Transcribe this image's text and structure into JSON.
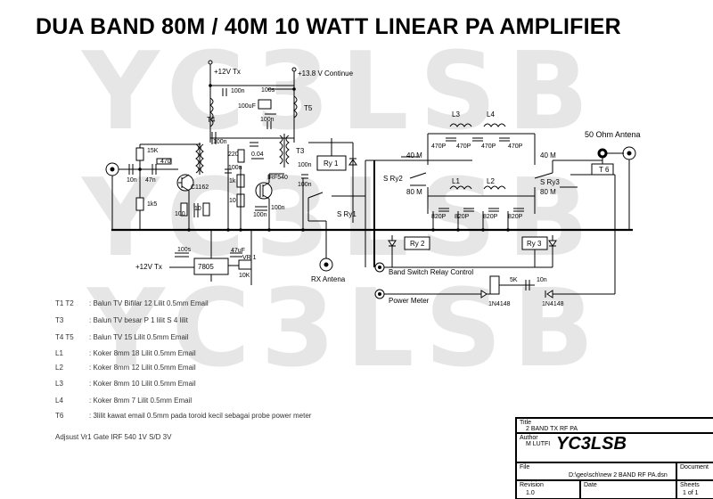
{
  "title": "DUA BAND 80M / 40M 10 WATT LINEAR PA  AMPLIFIER",
  "watermark": "YC3LSB",
  "supply_labels": {
    "v12_top": "+12V Tx",
    "v138": "+13.8 V Continue",
    "v12_bottom": "+12V Tx"
  },
  "component_labels": {
    "c100n_a": "100n",
    "c100n_b": "100n",
    "c100n_c": "100n",
    "c100n_d": "100n",
    "c100n_e": "100n",
    "c100n_f": "100n",
    "c100n_g": "100n",
    "c100n_h": "100n",
    "c100uf": "100uF",
    "c100s": "100s",
    "c10n_a": "10n",
    "c10n_b": "10n",
    "c47n": "47n",
    "c004": "0.04",
    "c47uf": "47uF",
    "c100s_b": "100s",
    "r15k": "15K",
    "r470": "470",
    "r1k5": "1k5",
    "r100_a": "100",
    "r10_a": "10",
    "r220": "220",
    "r1k": "1k",
    "r10_b": "10",
    "r10k": "10K",
    "r5k": "5K",
    "q1": "C1162",
    "q2": "IRF540",
    "reg": "7805",
    "vr1": "VR 1",
    "t4": "T4",
    "t5": "T5",
    "t3": "T3",
    "t6": "T 6",
    "ry1": "Ry 1",
    "ry2": "Ry 2",
    "ry3": "Ry 3",
    "sry1": "S Ry1",
    "sry2": "S Ry2",
    "sry3": "S Ry3",
    "l1": "L1",
    "l2": "L2",
    "l3": "L3",
    "l4": "L4",
    "c470p_a": "470P",
    "c470p_b": "470P",
    "c470p_c": "470P",
    "c470p_d": "470P",
    "c820p_a": "820P",
    "c820p_b": "820P",
    "c820p_c": "820P",
    "c820p_d": "820P",
    "m40_a": "40 M",
    "m80_a": "80 M",
    "m40_b": "40 M",
    "m80_b": "80 M",
    "d1": "1N4148",
    "d2": "1N4148",
    "c10n_c": "10n"
  },
  "connectors": {
    "antenna": "50 Ohm Antena",
    "rx": "RX Antena",
    "band_switch": "Band Switch Relay Control",
    "power_meter": "Power Meter"
  },
  "notes": [
    {
      "id": "T1      T2",
      "text": ": Balun TV Bifilar 12 Lilit 0.5mm Email"
    },
    {
      "id": "T3",
      "text": ": Balun TV besar P 1 lilit S 4 lilit"
    },
    {
      "id": "T4      T5",
      "text": ": Balun TV 15 Lilit 0.5mm Email"
    },
    {
      "id": "L1",
      "text": ": Koker 8mm 18 Lilit 0.5mm Email"
    },
    {
      "id": "L2",
      "text": ": Koker 8mm 12 Lilit 0.5mm Email"
    },
    {
      "id": "L3",
      "text": ": Koker 8mm 10 Lilit 0.5mm Email"
    },
    {
      "id": "L4",
      "text": ": Koker 8mm 7 Lilit 0.5mm Email"
    },
    {
      "id": "T6",
      "text": ": 3lilit kawat email 0.5mm pada toroid kecil sebagai probe power meter"
    }
  ],
  "adjust_note": "Adjsust Vr1 Gate IRF 540 1V S/D 3V",
  "title_block": {
    "title_label": "Title",
    "title_value": "2 BAND TX RF PA",
    "author_label": "Author",
    "author_value": "M LUTFI",
    "callsign": "YC3LSB",
    "file_label": "File",
    "file_value": "D:\\geo\\sch\\new 2 BAND RF PA.dsn",
    "document_label": "Document",
    "revision_label": "Revision",
    "revision_value": "1.0",
    "date_label": "Date",
    "sheets_label": "Sheets",
    "sheets_value": "1 of 1"
  }
}
